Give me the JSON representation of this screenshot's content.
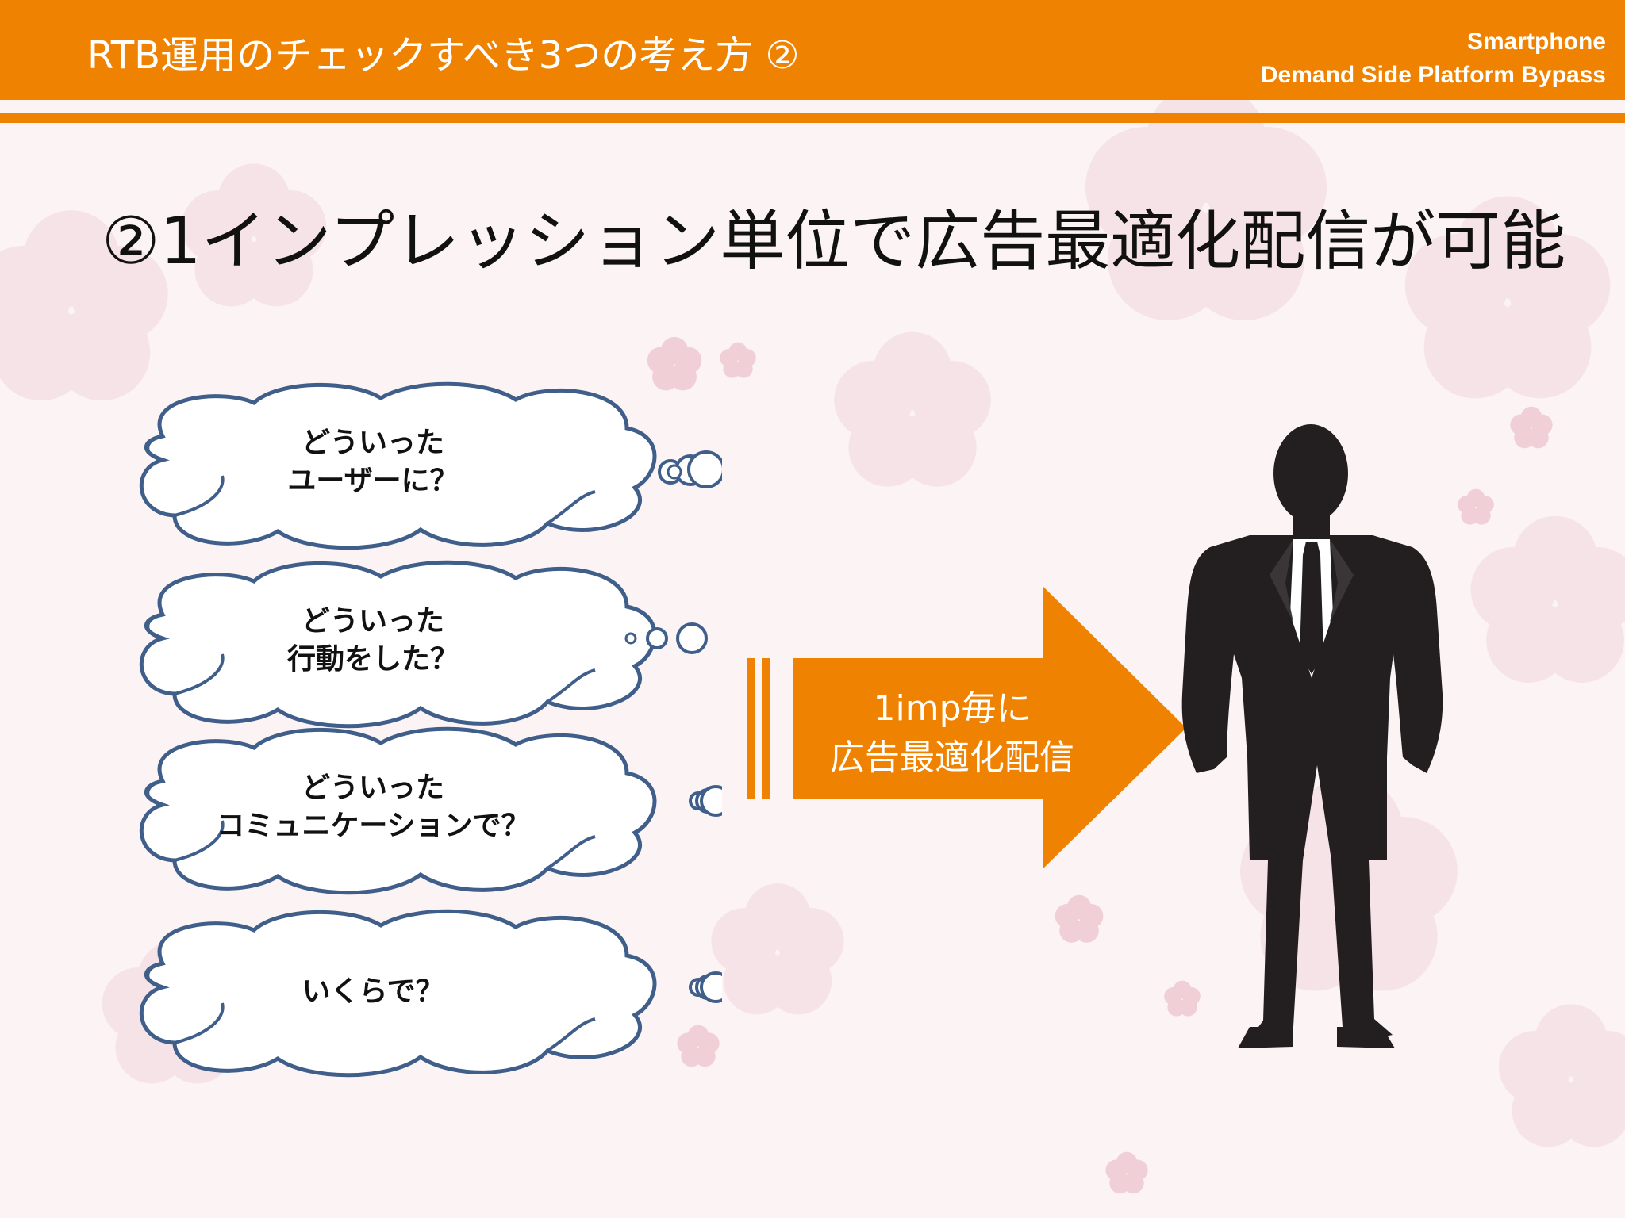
{
  "header": {
    "title": "RTB運用のチェックすべき3つの考え方  ②",
    "brand_line1": "Smartphone",
    "brand_line2": "Demand Side Platform Bypass"
  },
  "heading": "②1インプレッション単位で広告最適化配信が可能",
  "clouds": [
    {
      "line1": "どういった",
      "line2": "ユーザーに？"
    },
    {
      "line1": "どういった",
      "line2": "行動をした？"
    },
    {
      "line1": "どういった",
      "line2": "コミュニケーションで？"
    },
    {
      "line1": "いくらで？"
    }
  ],
  "arrow": {
    "line1": "1imp毎に",
    "line2": "広告最適化配信"
  },
  "colors": {
    "accent": "#ef8200",
    "cloud_outline": "#3f5f8a",
    "silhouette": "#231f20"
  }
}
